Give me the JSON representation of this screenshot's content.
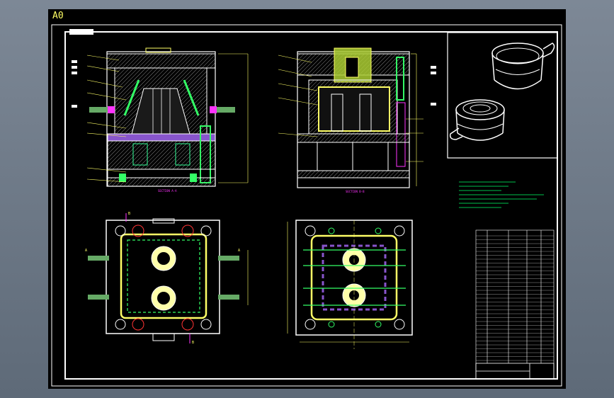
{
  "sheet": {
    "size_label": "A0"
  },
  "views": {
    "section_a_label": "SECTION A-A",
    "section_b_label": "SECTION B-B"
  },
  "callouts": {
    "a_left": "A",
    "a_right": "A",
    "b_top": "B",
    "b_bottom": "B"
  },
  "colors": {
    "background_outer": "#6b7684",
    "viewport": "#000000",
    "frame": "#ffffff",
    "outline": "#ffffff",
    "cavity": "#ffff66",
    "cooling": "#33ff66",
    "pins": "#ff33ff",
    "hatch": "#cccccc",
    "notes": "#00ff66",
    "dimension": "#ffff00"
  }
}
